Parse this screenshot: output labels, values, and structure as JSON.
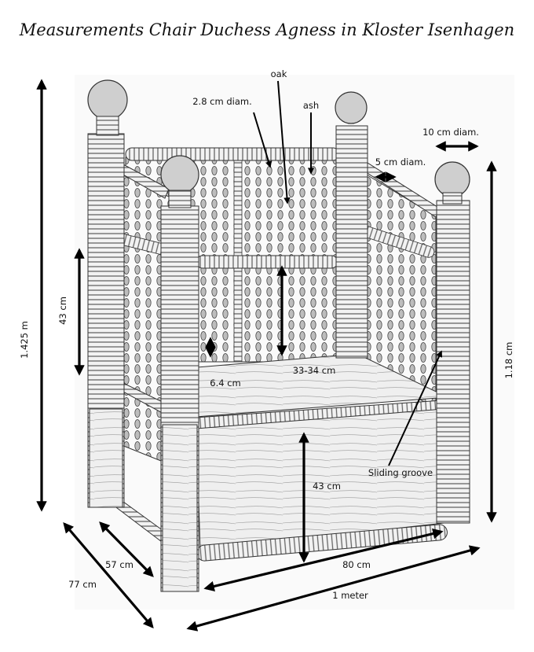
{
  "title": "Measurements Chair Duchess Agness in Kloster Isenhagen",
  "labels": {
    "oak": "oak",
    "ash": "ash",
    "top_rail_diam": "2.8 cm diam.",
    "post_diam": "10 cm diam.",
    "rail_diam": "5 cm diam.",
    "total_height": "1.425 m",
    "back_panel_height": "43 cm",
    "side_height": "1.18 cm",
    "spindle_spacing": "6.4 cm",
    "seat_back_height": "33-34 cm",
    "sliding_groove": "Sliding groove",
    "seat_height": "43 cm",
    "inner_depth": "57 cm",
    "outer_depth": "77 cm",
    "inner_width": "80 cm",
    "outer_width": "1 meter"
  }
}
